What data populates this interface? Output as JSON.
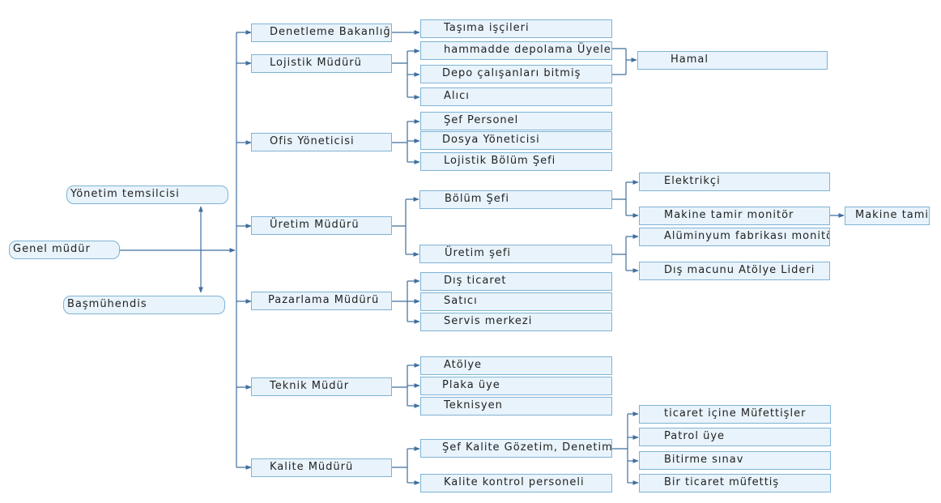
{
  "left": {
    "genel": "Genel müdür",
    "yonetim": "Yönetim temsilcisi",
    "basmuhendis": "Başmühendis"
  },
  "managers": {
    "denetleme": "Denetleme Bakanlığı",
    "lojistik": "Lojistik Müdürü",
    "ofis": "Ofis Yöneticisi",
    "uretim": "Üretim Müdürü",
    "pazarlama": "Pazarlama Müdürü",
    "teknik": "Teknik Müdür",
    "kalite": "Kalite Müdürü"
  },
  "lojistik_items": [
    "Taşıma işçileri",
    "hammadde depolama Üyeleri",
    "Depo çalışanları bitmiş",
    "Alıcı"
  ],
  "lojistik_sub": "Hamal",
  "ofis_items": [
    "Şef Personel",
    "Dosya Yöneticisi",
    "Lojistik Bölüm Şefi"
  ],
  "uretim_items": [
    "Bölüm Şefi",
    "Üretim şefi"
  ],
  "bolum_sefi_items": [
    "Elektrikçi",
    "Makine tamir monitör"
  ],
  "makine_tamir": "Makine tamir",
  "uretim_sefi_items": [
    "Alüminyum fabrikası monitör",
    "Dış macunu Atölye Lideri"
  ],
  "pazarlama_items": [
    "Dış ticaret",
    "Satıcı",
    "Servis merkezi"
  ],
  "teknik_items": [
    "Atölye",
    "Plaka üye",
    "Teknisyen"
  ],
  "kalite_items": [
    "Şef Kalite Gözetim, Denetimn",
    "Kalite kontrol personeli"
  ],
  "gozetim_items": [
    "ticaret içine Müfettişler",
    "Patrol üye",
    "Bitirme sınav",
    "Bir ticaret müfettiş"
  ],
  "colors": {
    "line": "#3e6f9e",
    "box_fill": "#e8f3fb",
    "box_border": "#7fb3d5"
  }
}
